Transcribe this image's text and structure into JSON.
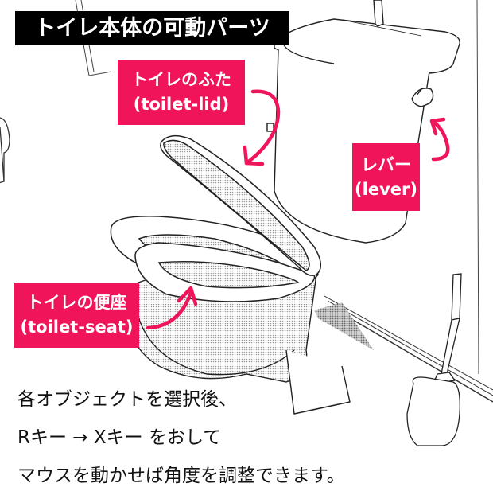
{
  "title": "トイレ本体の可動パーツ",
  "colors": {
    "accent": "#F0145A",
    "title_bg": "#000000",
    "title_text": "#FFFFFF",
    "line": "#333333",
    "shade": "#BDBDBD"
  },
  "labels": {
    "lid": {
      "jp": "トイレのふた",
      "en": "(toilet-lid)",
      "arrow_icon": "curved-arrow-down-left"
    },
    "lever": {
      "jp": "レバー",
      "en": "(lever)",
      "arrow_icon": "curved-arrow-up"
    },
    "seat": {
      "jp": "トイレの便座",
      "en": "(toilet-seat)",
      "arrow_icon": "curved-arrow-up-right"
    }
  },
  "instructions": {
    "line1": "各オブジェクトを選択後、",
    "line2": "Rキー → Xキー をおして",
    "line3": "マウスを動かせば角度を調整できます。"
  },
  "illustration": {
    "subject": "toilet with open lid, tank with lever, toilet brush, wall paper holder"
  }
}
